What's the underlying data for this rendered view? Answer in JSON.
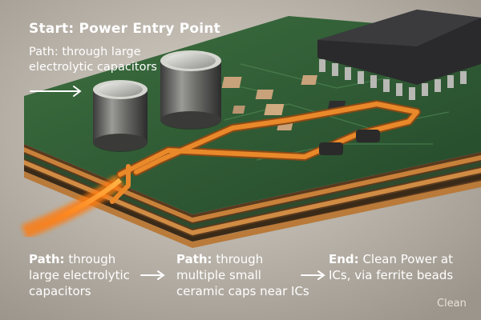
{
  "title": "Start: Power Entry Point",
  "top_path": "Path: through large electrolytic capacitors",
  "steps": [
    {
      "prefix": "Path:",
      "text": " through large electrolytic capacitors"
    },
    {
      "prefix": "Path:",
      "text": " through multiple small ceramic caps near ICs"
    },
    {
      "prefix": "End:",
      "text": " Clean Power at ICs, via ferrite beads"
    }
  ],
  "watermark": "Clean",
  "colors": {
    "background": "#c9c3b9",
    "pcb_green": "#2f5e34",
    "trace_orange": "#e9892a",
    "copper_layer": "#c8813a",
    "text": "#ffffff"
  },
  "icons": [
    "arrow-right-icon",
    "electrolytic-capacitor",
    "ceramic-capacitor",
    "ferrite-bead",
    "ic-chip"
  ]
}
